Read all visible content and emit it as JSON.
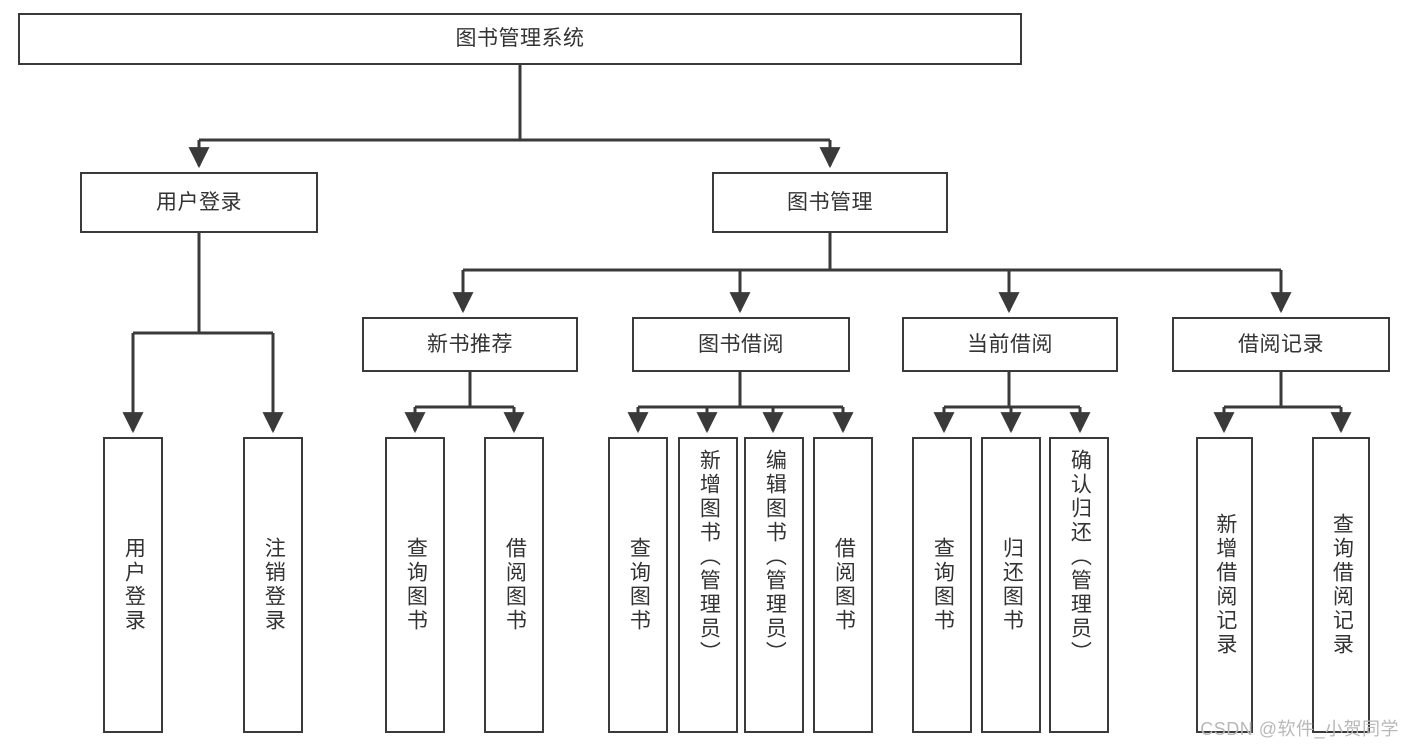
{
  "diagram": {
    "title": "图书管理系统",
    "type": "tree-hierarchy",
    "stroke_color": "#3a3a3a",
    "text_color": "#333333",
    "background_color": "#ffffff",
    "root": {
      "label": "图书管理系统"
    },
    "level2": [
      {
        "label": "用户登录"
      },
      {
        "label": "图书管理"
      }
    ],
    "level3": [
      {
        "label": "新书推荐"
      },
      {
        "label": "图书借阅"
      },
      {
        "label": "当前借阅"
      },
      {
        "label": "借阅记录"
      }
    ],
    "leaves": {
      "user_login": [
        {
          "label": "用户登录"
        },
        {
          "label": "注销登录"
        }
      ],
      "new_book_recommend": [
        {
          "label": "查询图书"
        },
        {
          "label": "借阅图书"
        }
      ],
      "book_borrow": [
        {
          "label": "查询图书"
        },
        {
          "label": "新增图书（管理员）"
        },
        {
          "label": "编辑图书（管理员）"
        },
        {
          "label": "借阅图书"
        }
      ],
      "current_borrow": [
        {
          "label": "查询图书"
        },
        {
          "label": "归还图书"
        },
        {
          "label": "确认归还（管理员）"
        }
      ],
      "borrow_record": [
        {
          "label": "新增借阅记录"
        },
        {
          "label": "查询借阅记录"
        }
      ]
    }
  },
  "watermark": {
    "text": "CSDN @软件_小贺同学"
  }
}
